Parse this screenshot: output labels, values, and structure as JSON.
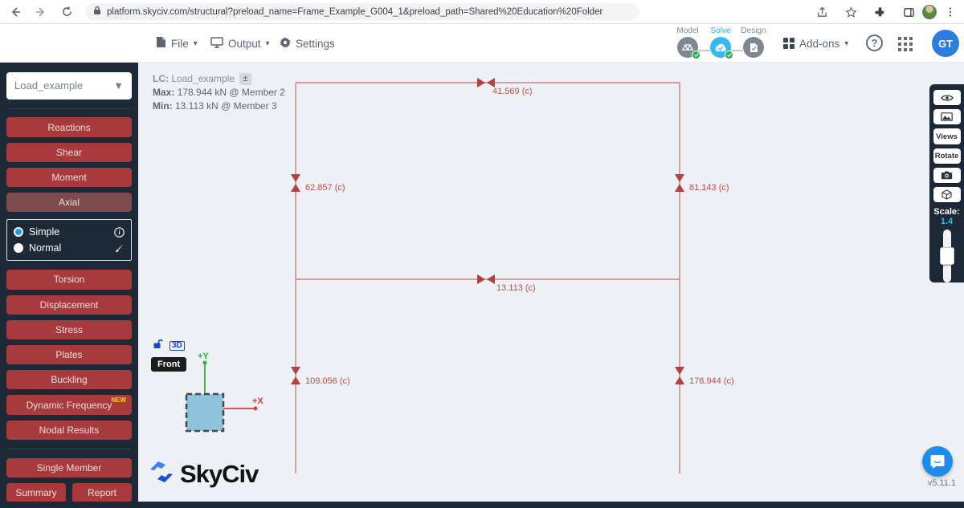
{
  "browser": {
    "url": "platform.skyciv.com/structural?preload_name=Frame_Example_G004_1&preload_path=Shared%20Education%20Folder"
  },
  "toolbar": {
    "file_label": "File",
    "output_label": "Output",
    "settings_label": "Settings",
    "steps": [
      {
        "label": "Model",
        "status": "complete"
      },
      {
        "label": "Solve",
        "status": "complete-active"
      },
      {
        "label": "Design",
        "status": "pending"
      }
    ],
    "addons_label": "Add-ons",
    "help_label": "?",
    "avatar_initials": "GT"
  },
  "sidebar": {
    "load_case_selected": "Load_example",
    "buttons_top": [
      "Reactions",
      "Shear",
      "Moment",
      "Axial"
    ],
    "active_button": "Axial",
    "display_modes": [
      {
        "label": "Simple",
        "selected": true
      },
      {
        "label": "Normal",
        "selected": false
      }
    ],
    "buttons_mid": [
      "Torsion",
      "Displacement",
      "Stress",
      "Plates",
      "Buckling",
      "Dynamic Frequency",
      "Nodal Results"
    ],
    "new_badge": "NEW",
    "single_member_label": "Single Member",
    "summary_label": "Summary",
    "report_label": "Report"
  },
  "canvas": {
    "lc_prefix": "LC:",
    "lc_value": "Load_example",
    "lc_toggle": "±",
    "max_prefix": "Max:",
    "max_text": "178.944 kN @ Member 2",
    "min_prefix": "Min:",
    "min_text": "13.113 kN @ Member 3",
    "view_orientation": "Front",
    "threeD_label": "3D",
    "axis_labels": {
      "y": "+Y",
      "x": "+X"
    },
    "forces": [
      {
        "member": "top-beam",
        "label": "41.569 (c)"
      },
      {
        "member": "left-column-upper",
        "label": "62.857 (c)"
      },
      {
        "member": "right-column-upper",
        "label": "81.143 (c)"
      },
      {
        "member": "middle-beam",
        "label": "13.113 (c)"
      },
      {
        "member": "left-column-lower",
        "label": "109.056 (c)"
      },
      {
        "member": "right-column-lower",
        "label": "178.944 (c)"
      }
    ],
    "version": "v5.11.1"
  },
  "right_toolbar": {
    "views_label": "Views",
    "rotate_label": "Rotate",
    "scale_label": "Scale:",
    "scale_value": "1.4"
  },
  "logo_text": "SkyCiv",
  "colors": {
    "sidebar_bg": "#1d2936",
    "button_red": "#a8393d",
    "button_active": "#7d4b4d",
    "accent_blue": "#29aae1",
    "diagram_line": "#c98181",
    "diagram_label": "#c0504d",
    "canvas_bg": "#edf0f4",
    "axis_green": "#2db52d",
    "axis_red": "#e03c31"
  }
}
